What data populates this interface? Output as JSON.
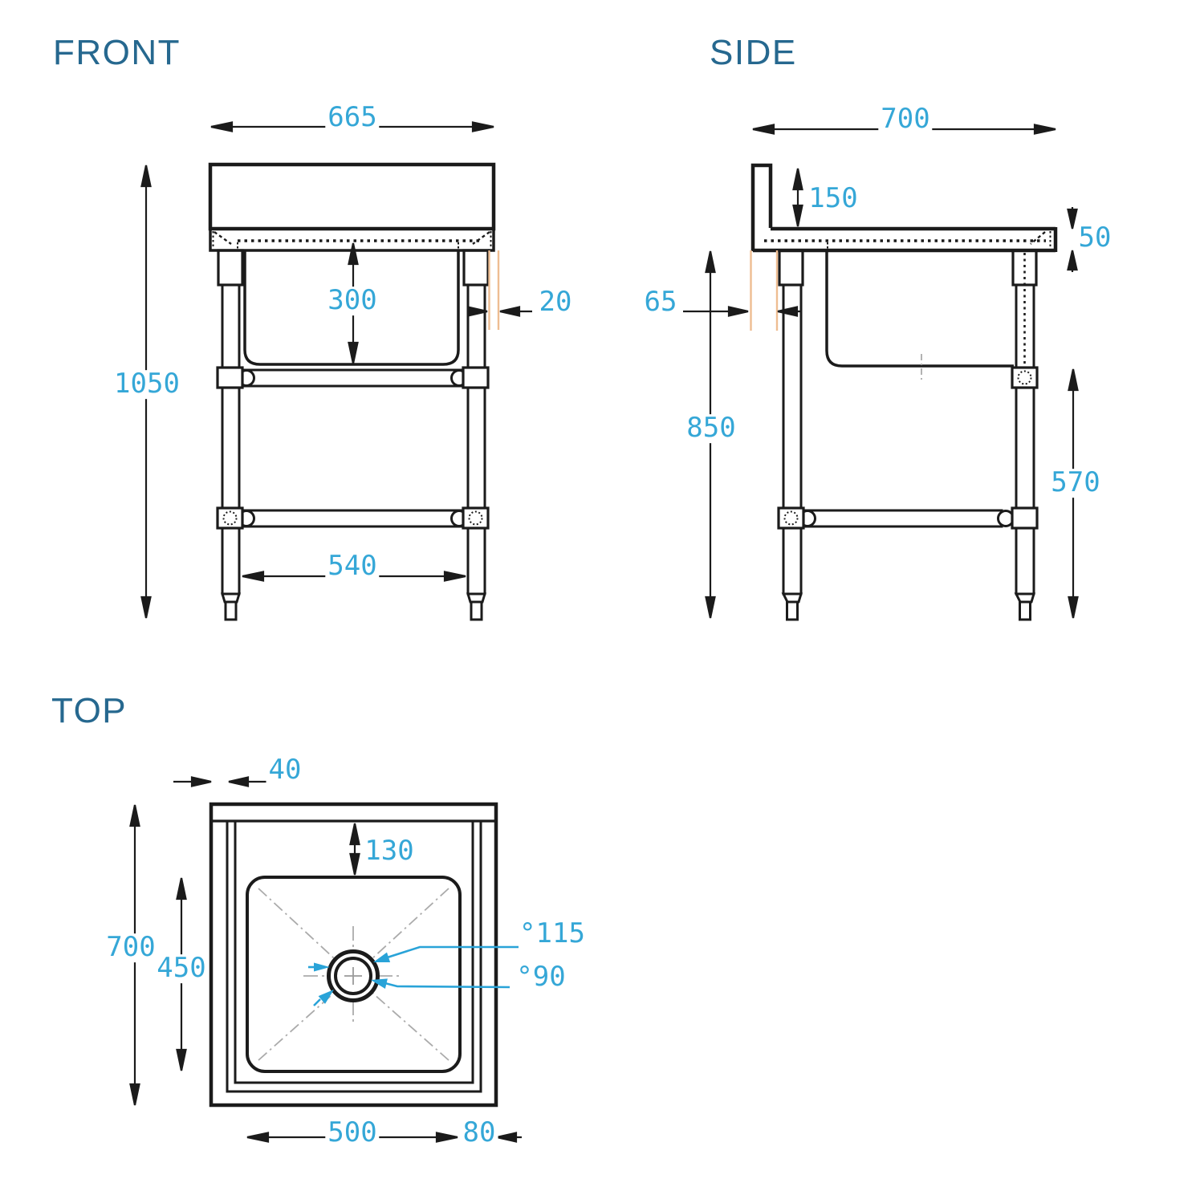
{
  "document": {
    "type": "technical-drawing",
    "subject": "single-bowl sink bench with undershelf frame",
    "units": "mm"
  },
  "colors": {
    "line": "#1b1b1b",
    "dimension_text": "#35a7d7",
    "title_text": "#26688f",
    "highlight_orange": "#eebd92",
    "centerline_gray": "#ababab"
  },
  "views": {
    "front": {
      "title": "FRONT",
      "dims": {
        "width": "665",
        "height": "1050",
        "bowl_depth": "300",
        "rim_offset": "20",
        "leg_spacing": "540"
      }
    },
    "side": {
      "title": "SIDE",
      "dims": {
        "depth": "700",
        "splashback": "150",
        "top_thickness": "50",
        "setback": "65",
        "height": "850",
        "shelf_height": "570"
      }
    },
    "top": {
      "title": "TOP",
      "dims": {
        "rim": "40",
        "bowl_offset": "130",
        "depth": "700",
        "bowl_depth": "450",
        "drain_outer": "°115",
        "drain_inner": "°90",
        "bowl_width": "500",
        "edge": "80"
      }
    }
  }
}
